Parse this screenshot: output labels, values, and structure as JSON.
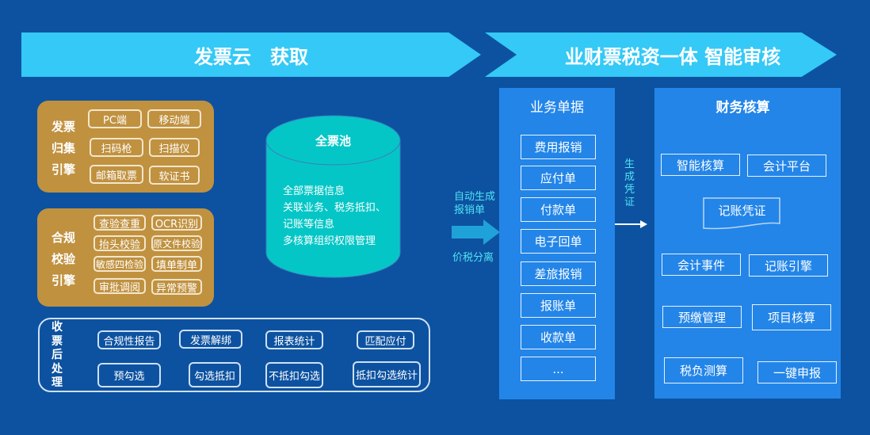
{
  "banners": {
    "left": "发票云　获取",
    "right": "业财票税资一体 智能审核"
  },
  "collection": {
    "label": [
      "发票",
      "归集",
      "引擎"
    ],
    "items": [
      "PC端",
      "移动端",
      "扫码枪",
      "扫描仪",
      "邮箱取票",
      "软证书"
    ]
  },
  "compliance": {
    "label": [
      "合规",
      "校验",
      "引擎"
    ],
    "items": [
      "查验查重",
      "OCR识别",
      "抬头校验",
      "原文件校验",
      "敏感四检验",
      "填单制单",
      "审批调阅",
      "异常预警"
    ]
  },
  "post": {
    "label": [
      "收",
      "票",
      "后",
      "处",
      "理"
    ],
    "items": [
      "合规性报告",
      "发票解绑",
      "报表统计",
      "匹配应付",
      "预勾选",
      "勾选抵扣",
      "不抵扣勾选",
      "抵扣勾选统计"
    ]
  },
  "pool": {
    "title": "全票池",
    "lines": [
      "全部票据信息",
      "关联业务、税务抵扣、",
      "记账等信息",
      "多核算组织权限管理"
    ]
  },
  "flow": {
    "top": [
      "自动生成",
      "报销单"
    ],
    "bottom": "价税分离",
    "voucher": [
      "生",
      "成",
      "凭",
      "证"
    ]
  },
  "business": {
    "title": "业务单据",
    "items": [
      "费用报销",
      "应付单",
      "付款单",
      "电子回单",
      "差旅报销",
      "报账单",
      "收款单",
      "..."
    ]
  },
  "finance": {
    "title": "财务核算",
    "items": [
      "智能核算",
      "会计平台",
      "记账凭证",
      "会计事件",
      "记账引擎",
      "预缴管理",
      "项目核算",
      "税负测算",
      "一键申报"
    ]
  }
}
